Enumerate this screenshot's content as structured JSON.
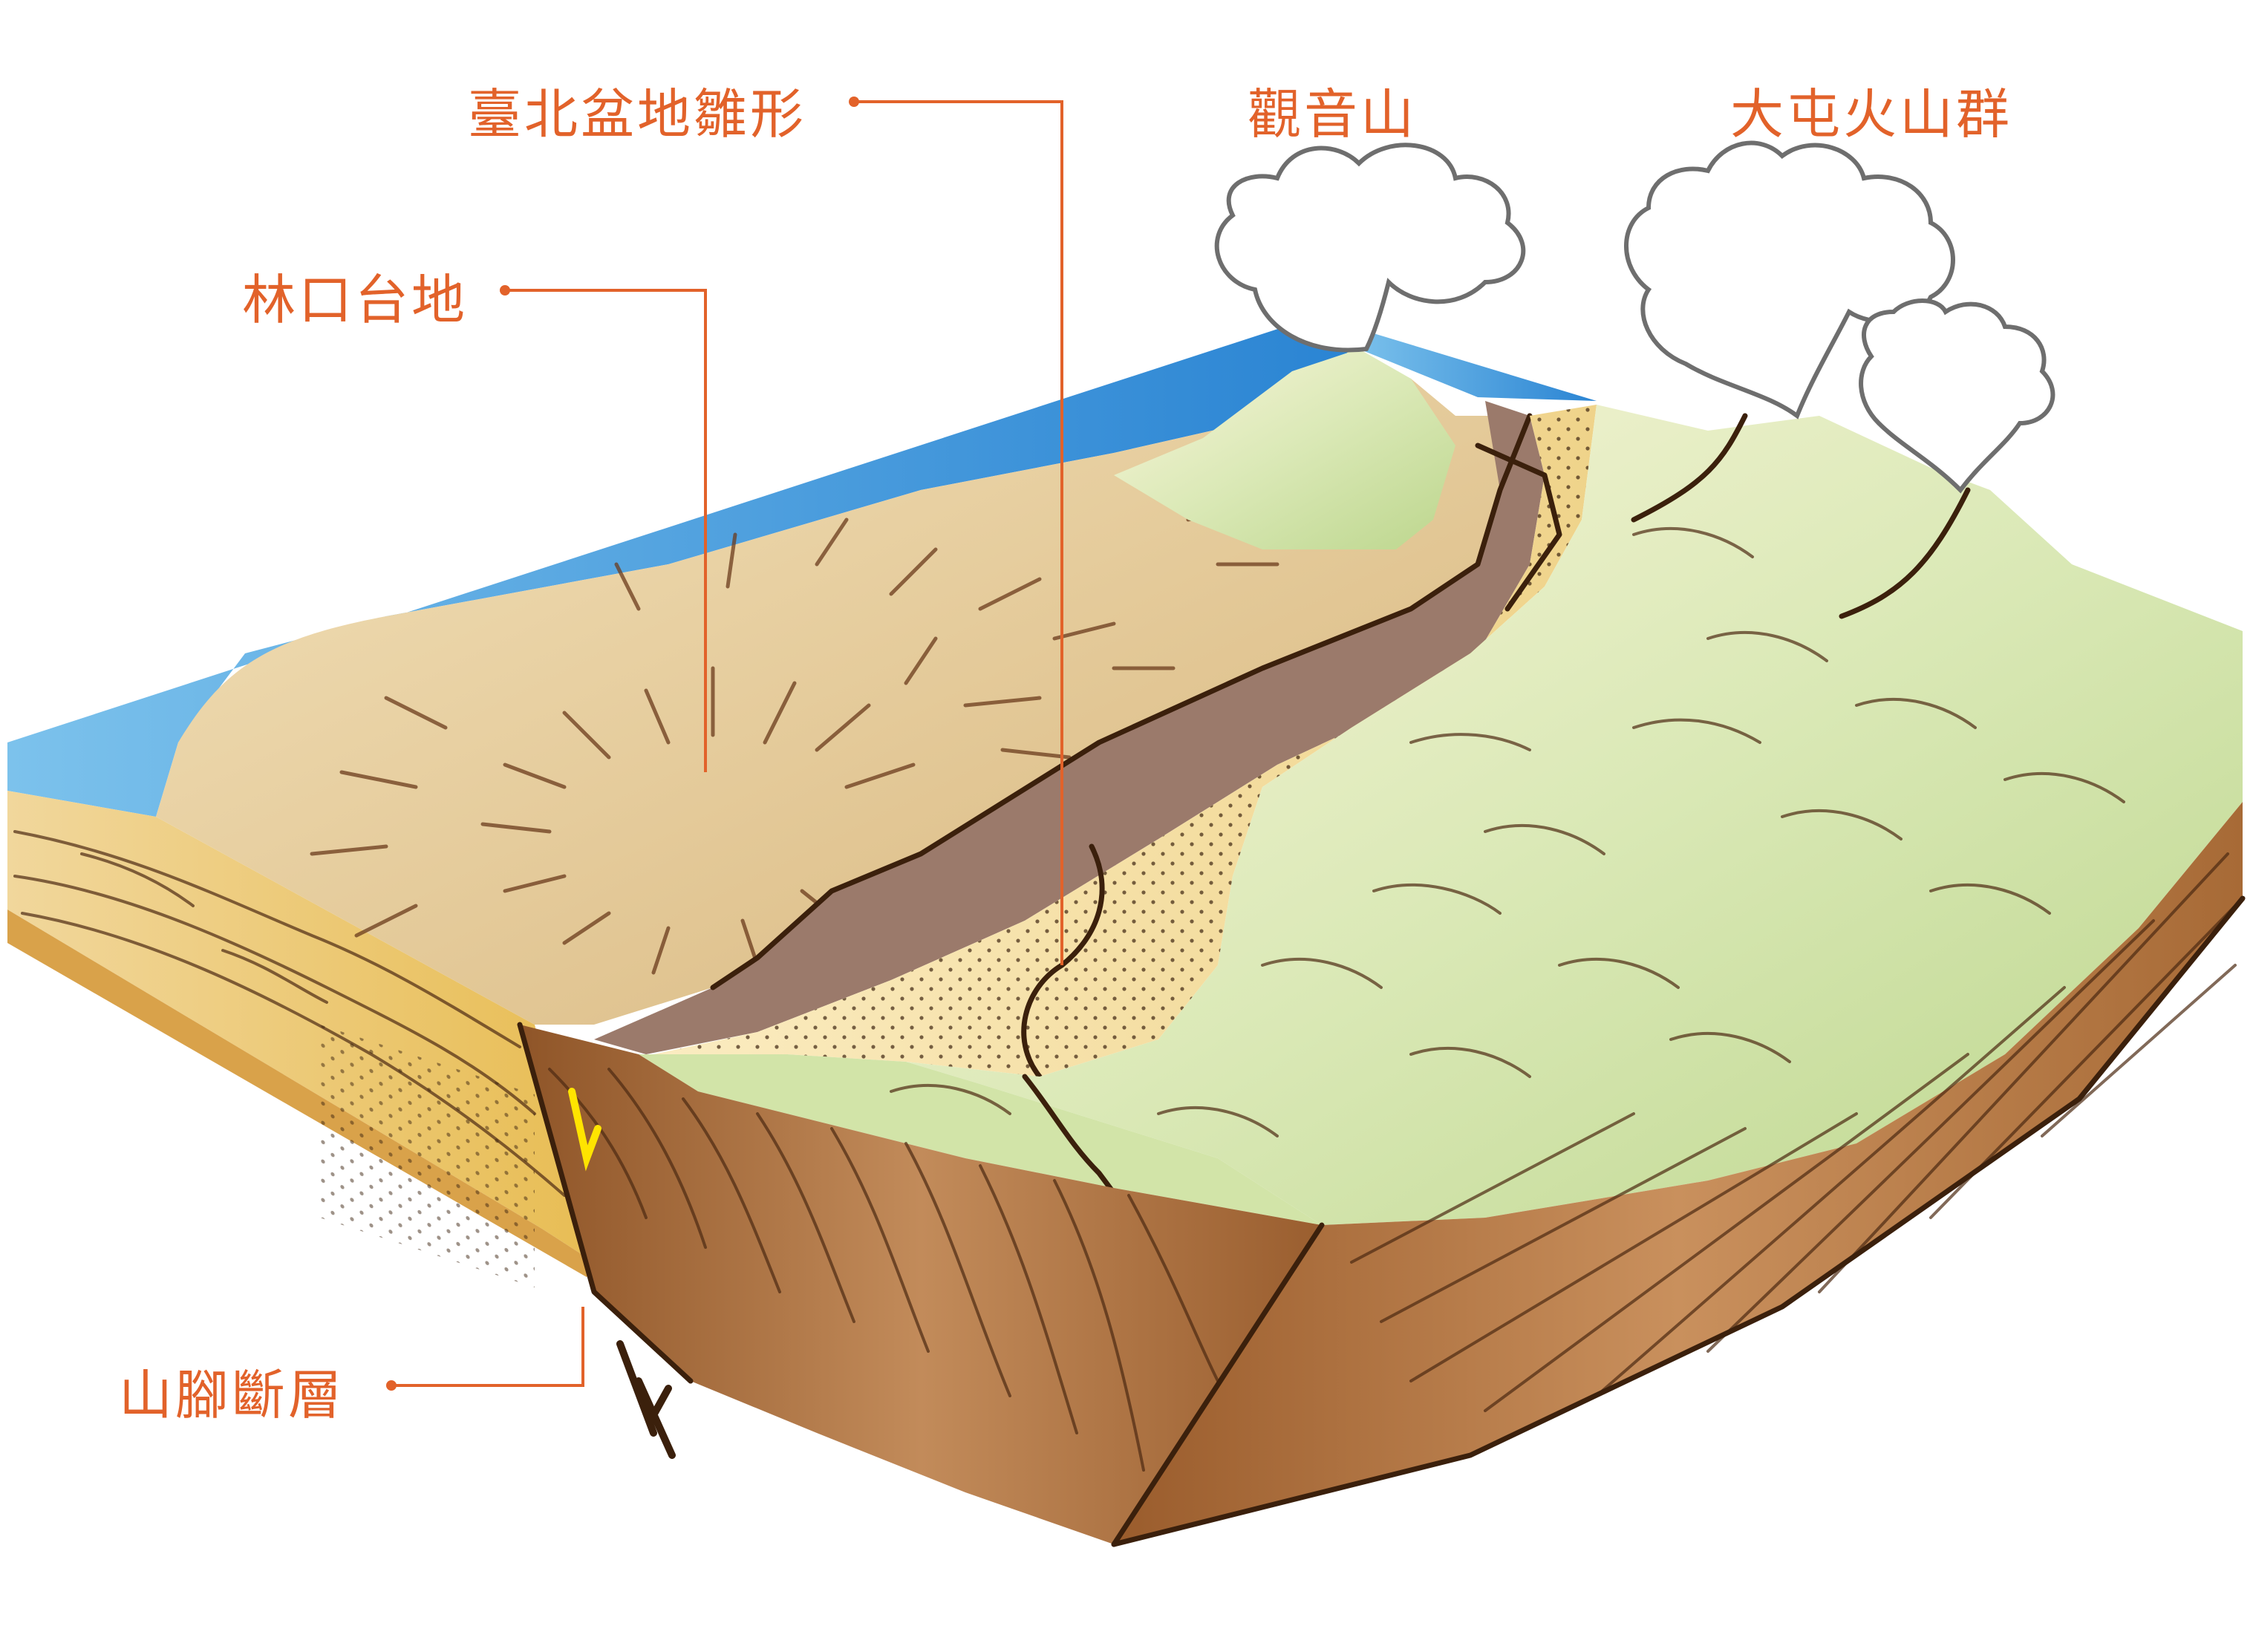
{
  "labels": {
    "taipei_basin": "臺北盆地雛形",
    "linkou": "林口台地",
    "guanyin": "觀音山",
    "tatun": "大屯火山群",
    "shanchiao": "山腳斷層"
  },
  "colors": {
    "label": "#e2622a",
    "sea": "#2f8fd8",
    "tableland": "#e3c48b",
    "basin_sediment": "#f2dc9b",
    "mountain_green": "#cfe2a6",
    "rock_brown": "#a86c3a",
    "fault_depression": "#9b7a6b",
    "fault_marker": "#ffe400"
  },
  "icons": {
    "fault_arrows": "normal-fault-arrow-icon",
    "smoke": "volcanic-plume-icon"
  }
}
